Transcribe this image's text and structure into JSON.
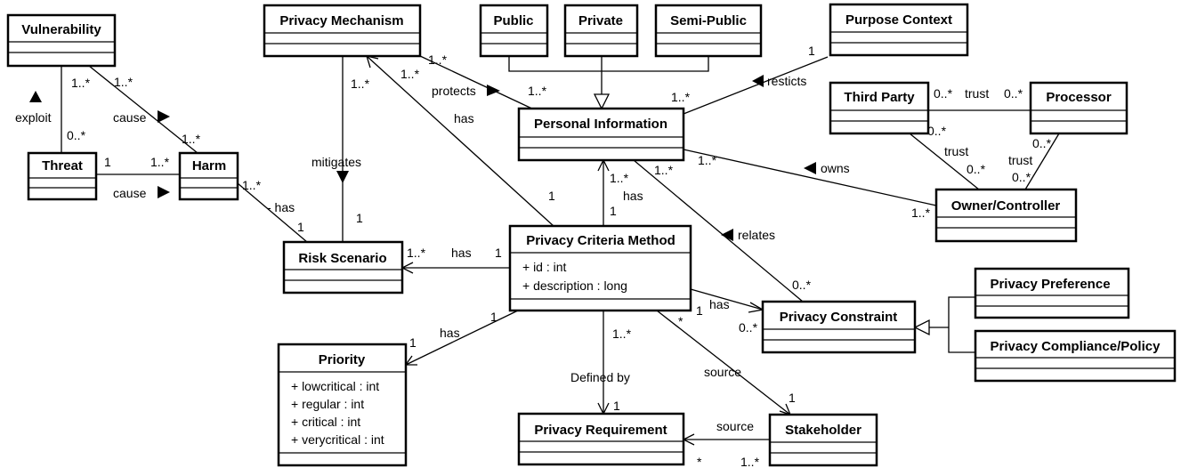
{
  "classes": {
    "vulnerability": {
      "name": "Vulnerability"
    },
    "threat": {
      "name": "Threat"
    },
    "harm": {
      "name": "Harm"
    },
    "privacy_mechanism": {
      "name": "Privacy Mechanism"
    },
    "public": {
      "name": "Public"
    },
    "private": {
      "name": "Private"
    },
    "semi_public": {
      "name": "Semi-Public"
    },
    "purpose_context": {
      "name": "Purpose Context"
    },
    "third_party": {
      "name": "Third Party"
    },
    "processor": {
      "name": "Processor"
    },
    "personal_information": {
      "name": "Personal Information"
    },
    "owner_controller": {
      "name": "Owner/Controller"
    },
    "risk_scenario": {
      "name": "Risk Scenario"
    },
    "privacy_criteria_method": {
      "name": "Privacy Criteria Method",
      "attributes": [
        "+ id : int",
        "+ description : long"
      ]
    },
    "privacy_preference": {
      "name": "Privacy Preference"
    },
    "privacy_constraint": {
      "name": "Privacy Constraint"
    },
    "privacy_compliance_policy": {
      "name": "Privacy Compliance/Policy"
    },
    "priority": {
      "name": "Priority",
      "attributes": [
        "+ lowcritical : int",
        "+ regular : int",
        "+ critical : int",
        "+ verycritical : int"
      ]
    },
    "privacy_requirement": {
      "name": "Privacy Requirement"
    },
    "stakeholder": {
      "name": "Stakeholder"
    }
  },
  "associations": {
    "exploit": {
      "label": "exploit",
      "mult_a": "1..*",
      "mult_b": "0..*"
    },
    "vuln_cause": {
      "label": "cause",
      "mult_a": "1..*",
      "mult_b": "1..*"
    },
    "threat_cause": {
      "label": "cause",
      "mult_a": "1",
      "mult_b": "1..*"
    },
    "harm_has": {
      "label": "- has",
      "mult_a": "1..*",
      "mult_b": "1"
    },
    "mitigates": {
      "label": "mitigates",
      "mult_a": "1..*",
      "mult_b": "1"
    },
    "protects": {
      "label": "protects",
      "mult_a": "1..*",
      "mult_b": "1..*"
    },
    "mech_has": {
      "label": "has",
      "mult_a": "1..*",
      "mult_b": "1"
    },
    "restricts": {
      "label": "resticts",
      "mult_a": "1",
      "mult_b": "1..*"
    },
    "tp_trust": {
      "label": "trust",
      "mult_a": "0..*",
      "mult_b": "0..*"
    },
    "tp_owner_trust": {
      "label": "trust",
      "mult_a": "0..*",
      "mult_b": "0..*"
    },
    "proc_owner_trust": {
      "label": "trust",
      "mult_a": "0..*",
      "mult_b": "0..*"
    },
    "owns": {
      "label": "owns",
      "mult_a": "1..*",
      "mult_b": "1..*"
    },
    "pcm_pi_has": {
      "label": "has",
      "mult_a": "1..*",
      "mult_b": "1"
    },
    "relates": {
      "label": "relates",
      "mult_a": "1..*",
      "mult_b": "0..*"
    },
    "pcm_risk_has": {
      "label": "has",
      "mult_a": "1..*",
      "mult_b": "1"
    },
    "pcm_constraint_has": {
      "label": "has",
      "mult_a": "1",
      "mult_b": "0..*"
    },
    "pcm_priority_has": {
      "label": "has",
      "mult_a": "1",
      "mult_b": "1"
    },
    "defined_by": {
      "label": "Defined by",
      "mult_a": "1..*",
      "mult_b": "1"
    },
    "pcm_source": {
      "label": "source",
      "mult_a": "*",
      "mult_b": "1"
    },
    "stake_source": {
      "label": "source",
      "mult_a": "1..*",
      "mult_b": "*"
    }
  }
}
